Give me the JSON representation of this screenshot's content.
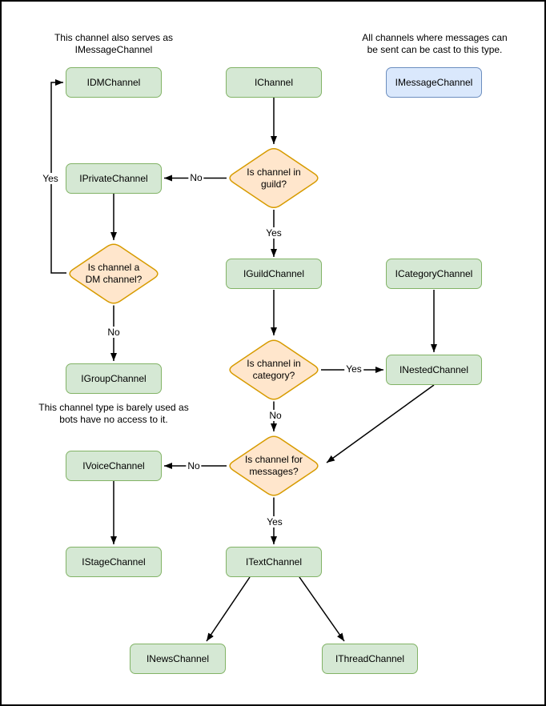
{
  "nodes": [
    {
      "label": "IDMChannel",
      "type": "interface"
    },
    {
      "label": "IChannel",
      "type": "interface"
    },
    {
      "label": "IMessageChannel",
      "type": "interface-highlighted"
    },
    {
      "label": "IPrivateChannel",
      "type": "interface"
    },
    {
      "label": "IGuildChannel",
      "type": "interface"
    },
    {
      "label": "ICategoryChannel",
      "type": "interface"
    },
    {
      "label": "IGroupChannel",
      "type": "interface"
    },
    {
      "label": "INestedChannel",
      "type": "interface"
    },
    {
      "label": "IVoiceChannel",
      "type": "interface"
    },
    {
      "label": "IStageChannel",
      "type": "interface"
    },
    {
      "label": "ITextChannel",
      "type": "interface"
    },
    {
      "label": "INewsChannel",
      "type": "interface"
    },
    {
      "label": "IThreadChannel",
      "type": "interface"
    }
  ],
  "decisions": [
    {
      "text": "Is channel in\nguild?"
    },
    {
      "text": "Is channel a\nDM channel?"
    },
    {
      "text": "Is channel in\ncategory?"
    },
    {
      "text": "Is channel for\nmessages?"
    }
  ],
  "notes": [
    {
      "text": "This channel also serves as\nIMessageChannel"
    },
    {
      "text": "All channels where messages can\nbe sent can be cast to this type."
    },
    {
      "text": "This channel type is barely used as\nbots have no access to it."
    }
  ],
  "edge_labels": [
    {
      "edge": "guild-decision-to-iprivatechannel",
      "text": "No"
    },
    {
      "edge": "guild-decision-to-iguildchannel",
      "text": "Yes"
    },
    {
      "edge": "dm-decision-to-idmchannel",
      "text": "Yes"
    },
    {
      "edge": "dm-decision-to-igroupchannel",
      "text": "No"
    },
    {
      "edge": "category-decision-to-inestedchannel",
      "text": "Yes"
    },
    {
      "edge": "category-decision-to-messages",
      "text": "No"
    },
    {
      "edge": "messages-decision-to-ivoicechannel",
      "text": "No"
    },
    {
      "edge": "messages-decision-to-itextchannel",
      "text": "Yes"
    }
  ],
  "colors": {
    "node_fill": "#d5e8d4",
    "node_stroke": "#82b366",
    "decision_fill": "#ffe6cc",
    "decision_stroke": "#d79b00",
    "highlight_fill": "#dae8fc",
    "highlight_stroke": "#6c8ebf",
    "edge": "#000000",
    "background": "#ffffff"
  }
}
